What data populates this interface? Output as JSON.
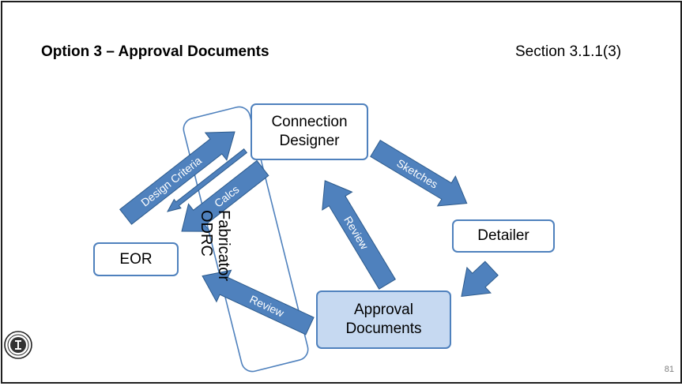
{
  "slide": {
    "title": "Option 3 – Approval Documents",
    "section_ref": "Section 3.1.1(3)",
    "page_number": "81"
  },
  "nodes": {
    "connection_designer": "Connection\nDesigner",
    "detailer": "Detailer",
    "eor": "EOR",
    "approval_documents": "Approval\nDocuments",
    "fabricator_odrc": "Fabricator\nODRC"
  },
  "arrows": {
    "design_criteria": "Design Criteria",
    "calcs": "Calcs",
    "sketches": "Sketches",
    "review_up": "Review",
    "review_left": "Review"
  },
  "colors": {
    "arrow_fill": "#4f81bd",
    "arrow_edge": "#2c5a8c",
    "box_border": "#4f81bd",
    "approval_fill": "#c6d9f1"
  },
  "logo": "AISC seal"
}
